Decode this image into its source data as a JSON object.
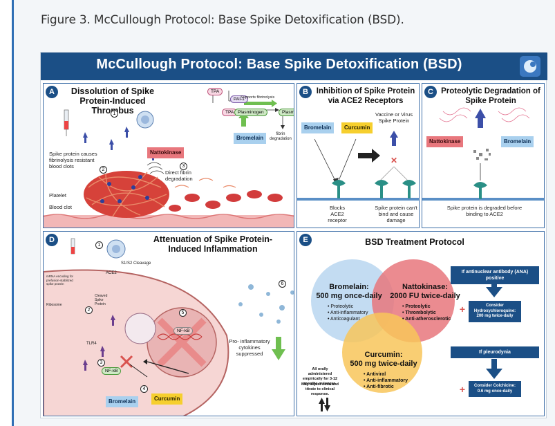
{
  "caption": "Figure 3. McCullough Protocol: Base Spike Detoxification (BSD).",
  "figure": {
    "title": "McCullough Protocol: Base Spike Detoxification (BSD)",
    "panels": {
      "a": {
        "badge": "A",
        "title": "Dissolution of Spike Protein-Induced Thrombus",
        "pills": {
          "tpa": "TPA",
          "pai1": "PAI-1",
          "tpa2": "TPA",
          "plasminogen": "Plasminogen",
          "plasmin": "Plasmin"
        },
        "supports": "Supports fibrinolysis",
        "fibrin_degradation": "fibrin degradation",
        "bromelain": "Bromelain",
        "nattokinase": "Nattokinase",
        "n1": "1",
        "n2": "2",
        "n3": "3",
        "spike_text": "Spike protein causes fibrinolysis resistant blood clots",
        "direct_fibrin": "Direct fibrin degradation",
        "platelet": "Platelet",
        "blood_clot": "Blood clot"
      },
      "b": {
        "badge": "B",
        "title": "Inhibition of Spike Protein via ACE2 Receptors",
        "bromelain": "Bromelain",
        "curcumin": "Curcumin",
        "vaccine": "Vaccine or Virus Spike Protein",
        "blocks": "Blocks ACE2 receptor",
        "cant_bind": "Spike protein can't bind and cause damage"
      },
      "c": {
        "badge": "C",
        "title": "Proteolytic Degradation of Spike Protein",
        "nattokinase": "Nattokinase",
        "bromelain": "Bromelain",
        "degraded": "Spike protein is degraded before binding to ACE2"
      },
      "d": {
        "badge": "D",
        "title": "Attenuation of Spike Protein-Induced Inflammation",
        "n1": "1",
        "n2": "2",
        "n3": "3",
        "n4": "4",
        "n5": "5",
        "n6": "6",
        "s1s2": "S1/S2 Cleavage",
        "ace2": "ACE2",
        "mrna": "mRNA encoding for prefusion-stabilized spike protein",
        "cleaved": "Cleaved Spike Protein",
        "ribosome": "Ribosome",
        "tlr4": "TLR4",
        "nfkb1": "NF-kB",
        "nfkb2": "NF-kB",
        "cytokines": "Pro- inflammatory cytokines suppressed",
        "bromelain": "Bromelain",
        "curcumin": "Curcumin"
      },
      "e": {
        "badge": "E",
        "title": "BSD Treatment Protocol",
        "bromelain": {
          "name": "Bromelain:",
          "dose": "500 mg once-daily",
          "items": [
            "Proteolytic",
            "Anti-inflammatory",
            "Anticoagulant"
          ]
        },
        "nattokinase": {
          "name": "Nattokinase:",
          "dose": "2000 FU twice-daily",
          "items": [
            "Proteolytic",
            "Thrombolytic",
            "Anti-atherosclerotic"
          ]
        },
        "curcumin": {
          "name": "Curcumin:",
          "dose": "500 mg twice-daily",
          "items": [
            "Antiviral",
            "Anti-inflammatory",
            "Anti-fibrotic"
          ]
        },
        "ana": "If antinuclear antibody (ANA) positive",
        "hcq": "Consider Hydroxychloroquine: 200 mg twice-daily",
        "pleurodynia": "If pleurodynia",
        "colchicine": "Consider Colchicine: 0.6 mg once-daily",
        "note1": "All orally administered empirically for 3-12 months or longer.",
        "note2": "May adjust dose and titrate to clinical response.",
        "plus": "+"
      }
    }
  }
}
